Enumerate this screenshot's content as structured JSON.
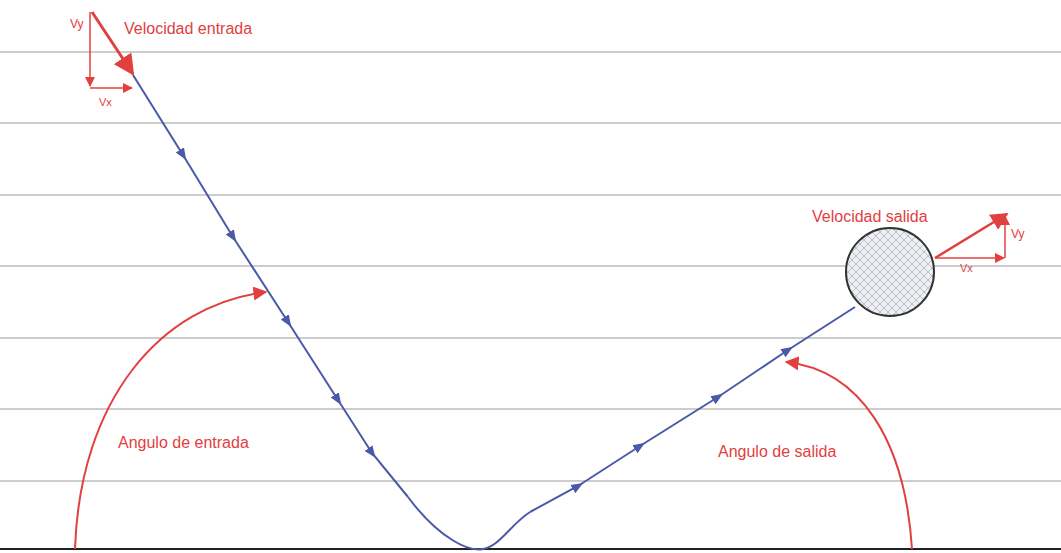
{
  "diagram": {
    "labels": [
      "Vy",
      "Velocidad entrada",
      "Vx",
      "Velocidad salida",
      "Vy",
      "Vx",
      "Angulo de entrada",
      "Angulo de salida"
    ]
  }
}
